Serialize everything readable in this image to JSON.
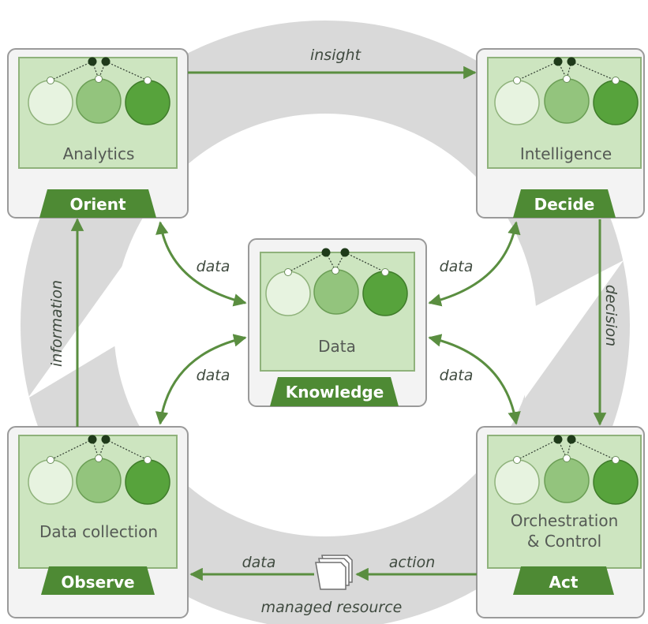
{
  "colors": {
    "ring": "#d9d9d9",
    "card_fill": "#f3f3f3",
    "card_stroke": "#9a9a9a",
    "screen_fill": "#cde5c0",
    "screen_stroke": "#8fb27b",
    "tab": "#4e8a34",
    "arrow": "#5a8e40",
    "circle_light": "#e7f3e0",
    "circle_mid": "#93c47d",
    "circle_dark": "#57a33c",
    "node_dark": "#1f3a1a"
  },
  "nodes": {
    "orient": {
      "panel": "Analytics",
      "tab": "Orient"
    },
    "decide": {
      "panel": "Intelligence",
      "tab": "Decide"
    },
    "knowledge": {
      "panel": "Data",
      "tab": "Knowledge"
    },
    "observe": {
      "panel": "Data collection",
      "tab": "Observe"
    },
    "act": {
      "panel_line1": "Orchestration",
      "panel_line2": "& Control",
      "tab": "Act"
    }
  },
  "edges": {
    "insight": "insight",
    "decision": "decision",
    "information": "information",
    "action": "action",
    "data_out": "data",
    "data_orient": "data",
    "data_decide": "data",
    "data_observe": "data",
    "data_act": "data"
  },
  "resource": {
    "label": "managed resource"
  }
}
